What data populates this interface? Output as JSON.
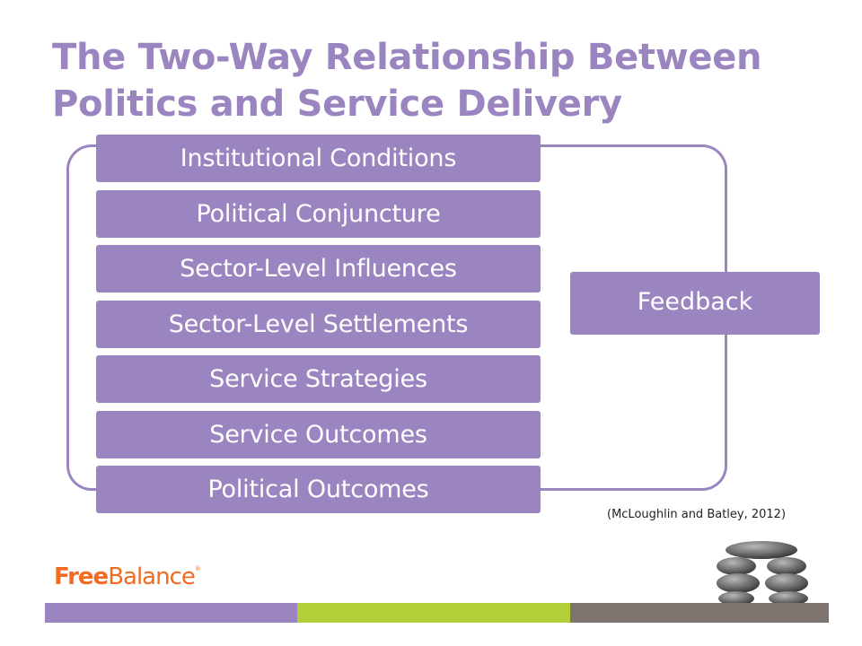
{
  "title": {
    "line1": "The Two-Way Relationship Between",
    "line2": "Politics and Service Delivery"
  },
  "stages": [
    "Institutional Conditions",
    "Political Conjuncture",
    "Sector-Level Influences",
    "Sector-Level Settlements",
    "Service Strategies",
    "Service Outcomes",
    "Political Outcomes"
  ],
  "feedback_label": "Feedback",
  "citation": "(McLoughlin and Batley, 2012)",
  "logo": {
    "part1": "Free",
    "part2": "Balance",
    "mark": "®"
  },
  "colors": {
    "accent_purple": "#9b85c0",
    "accent_green": "#b2cf3a",
    "accent_gray": "#7d7470",
    "logo_orange": "#f26b21"
  }
}
